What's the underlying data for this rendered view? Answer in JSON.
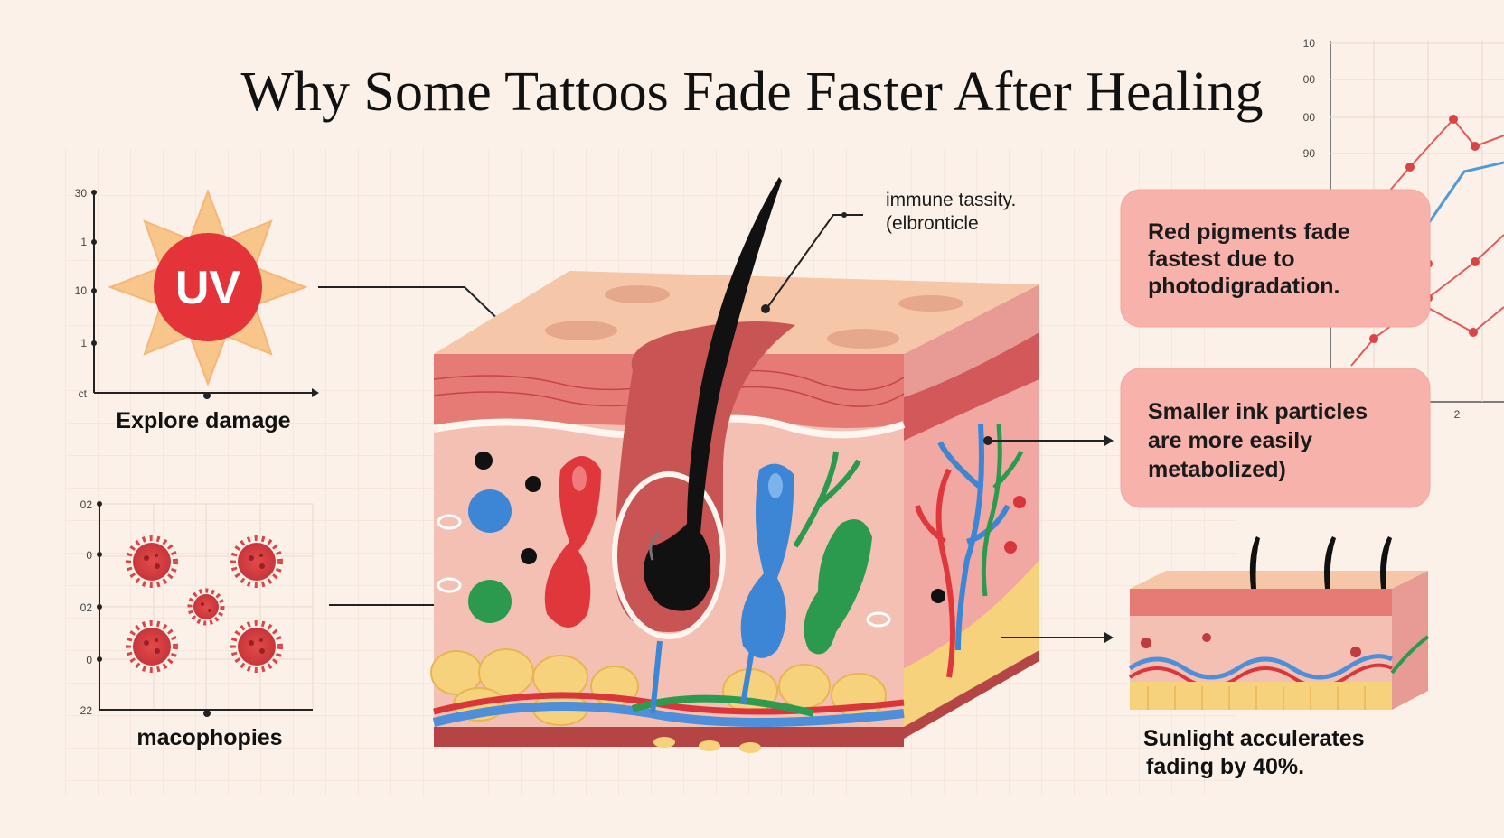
{
  "title": "Why Some Tattoos Fade Faster After Healing",
  "uv_panel": {
    "badge": "UV",
    "caption": "Explore damage",
    "y_ticks": [
      "30",
      "1",
      "10",
      "1",
      "ct"
    ]
  },
  "macro_panel": {
    "caption": "macophopies",
    "y_ticks": [
      "02",
      "0",
      "02",
      "0",
      "22"
    ]
  },
  "immune_label": {
    "line1": "immune tassity.",
    "line2": "(elbronticle"
  },
  "callouts": {
    "red_pigments": [
      "Red pigments fade",
      "fastest due to",
      "photodigradation."
    ],
    "ink_particles": [
      "Smaller ink particles",
      "are more easily",
      "metabolized)"
    ]
  },
  "sunlight": {
    "line1": "Sunlight acculerates",
    "line2": "fading by 40%."
  },
  "bg_chart": {
    "y_ticks": [
      "10",
      "00",
      "00",
      "90"
    ],
    "x_tick": "2"
  },
  "colors": {
    "background": "#fbf1e8",
    "callout": "#f7b3ab",
    "uv_red": "#e5333a",
    "sun": "#f8c58b"
  }
}
